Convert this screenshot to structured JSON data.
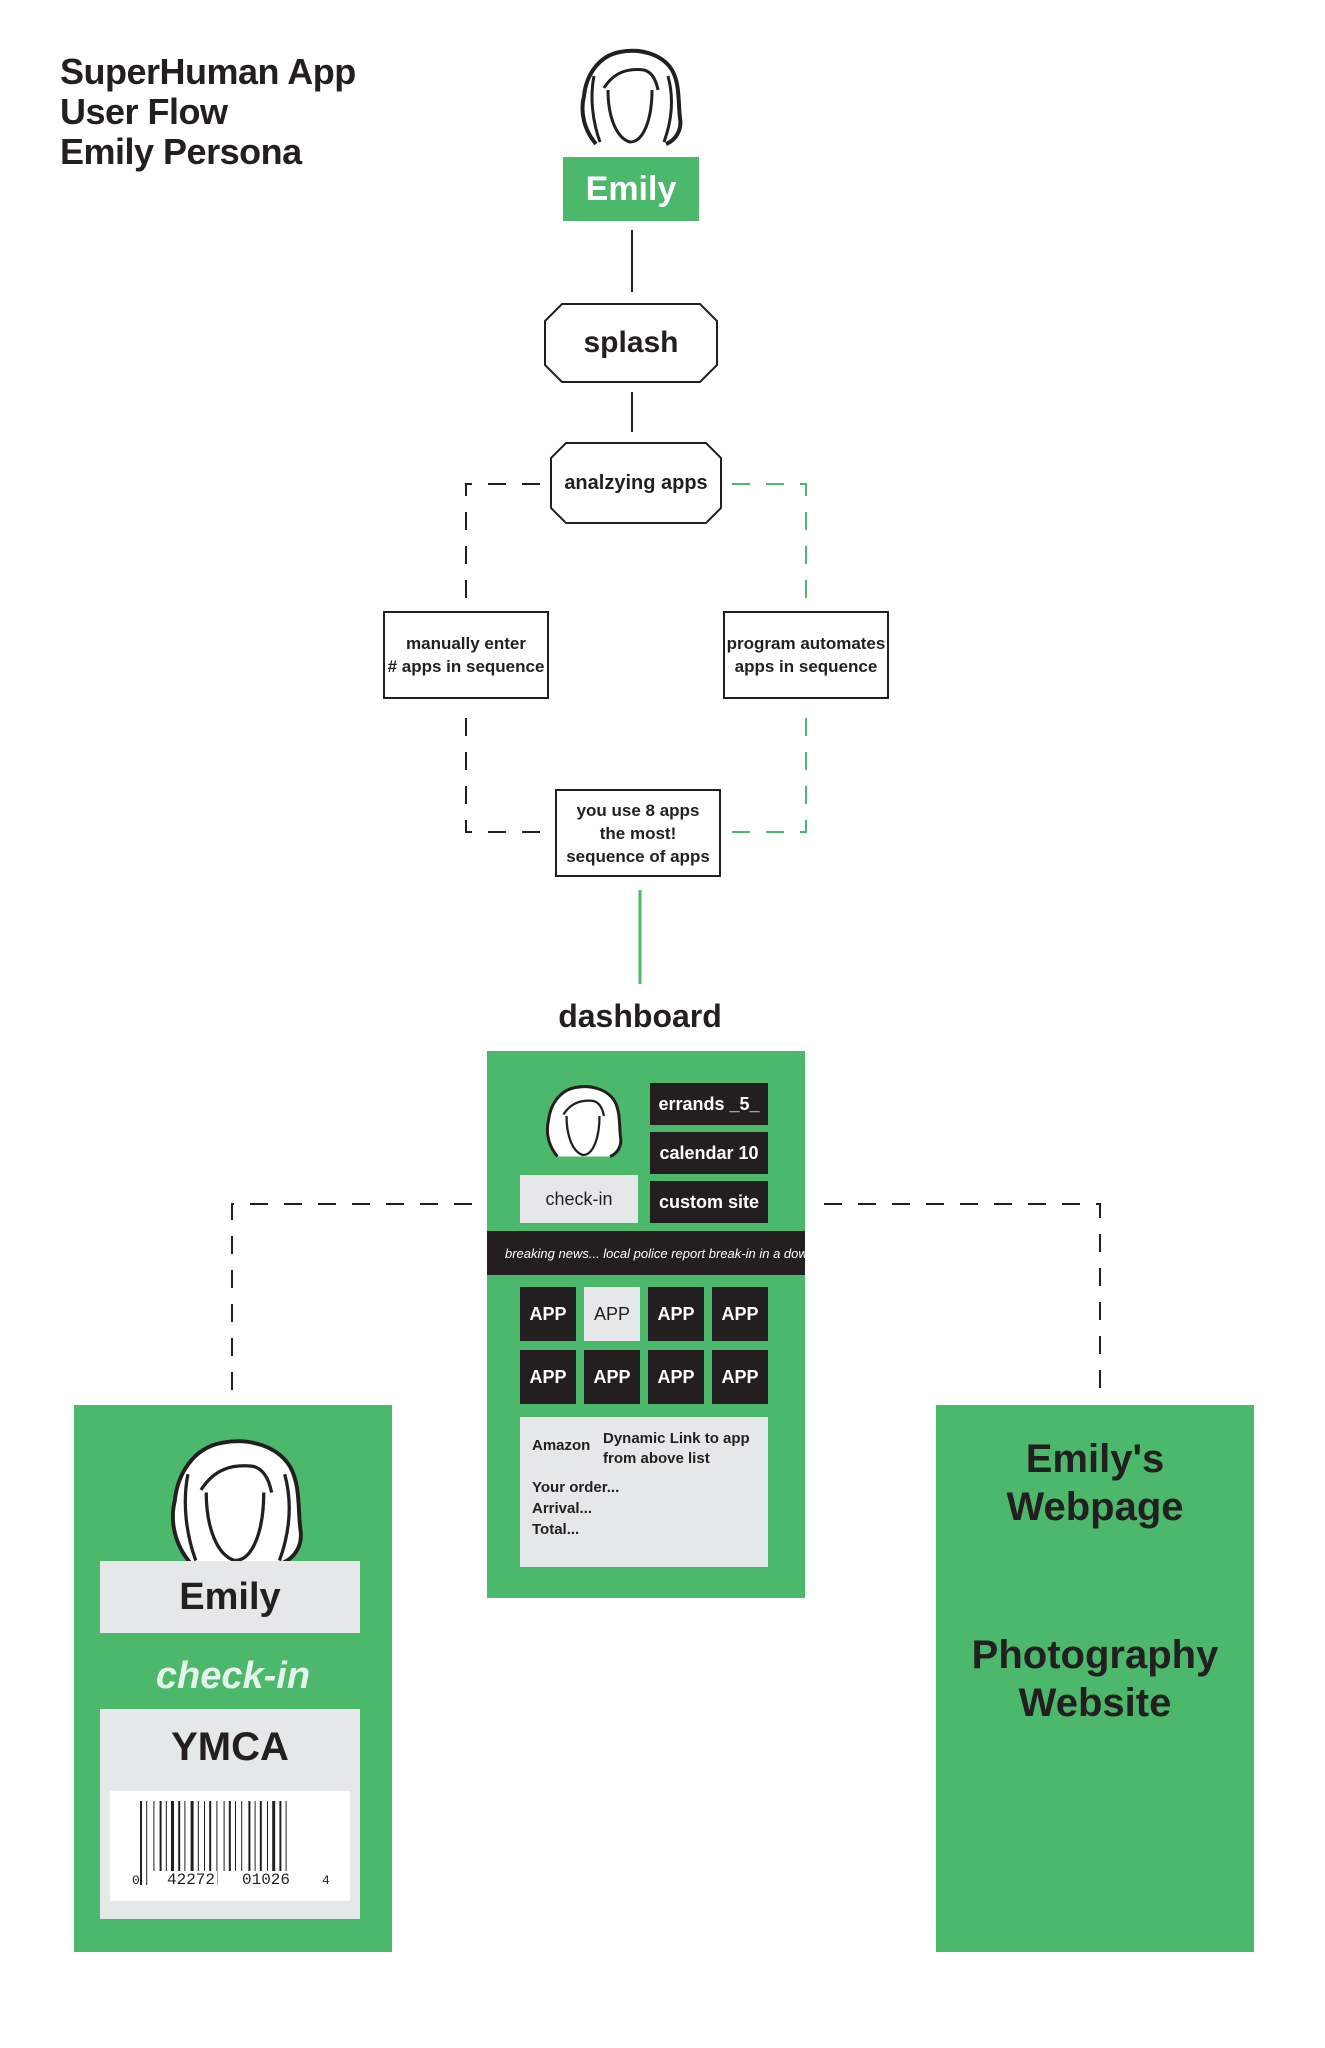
{
  "title": [
    "SuperHuman App",
    "User Flow",
    "Emily Persona"
  ],
  "persona": {
    "name": "Emily"
  },
  "nodes": {
    "splash": "splash",
    "analyzing": "analzying apps",
    "manual": [
      "manually enter",
      "# apps in sequence"
    ],
    "automate": [
      "program automates",
      "apps in sequence"
    ],
    "result": [
      "you use 8 apps",
      "the most!",
      "sequence of apps"
    ],
    "dashboard_title": "dashboard"
  },
  "dashboard": {
    "errands": "errands _5_",
    "calendar": "calendar 10",
    "custom_site": "custom site",
    "checkin": "check-in",
    "news": "breaking news... local police report break-in in a down",
    "apps": [
      "APP",
      "APP",
      "APP",
      "APP",
      "APP",
      "APP",
      "APP",
      "APP"
    ],
    "amazon_label": "Amazon",
    "dynamic_link": [
      "Dynamic Link to app",
      "from above list"
    ],
    "order_lines": [
      "Your order...",
      "Arrival...",
      "Total..."
    ]
  },
  "checkin_screen": {
    "name": "Emily",
    "heading": "check-in",
    "location": "YMCA",
    "barcode_digits": [
      "0",
      "42272",
      "01026",
      "4"
    ]
  },
  "webpage_screen": {
    "title": [
      "Emily's",
      "Webpage"
    ],
    "subtitle": [
      "Photography",
      "Website"
    ]
  },
  "colors": {
    "green": "#4cb86b",
    "dark": "#231f20",
    "light": "#e6e7e8"
  }
}
